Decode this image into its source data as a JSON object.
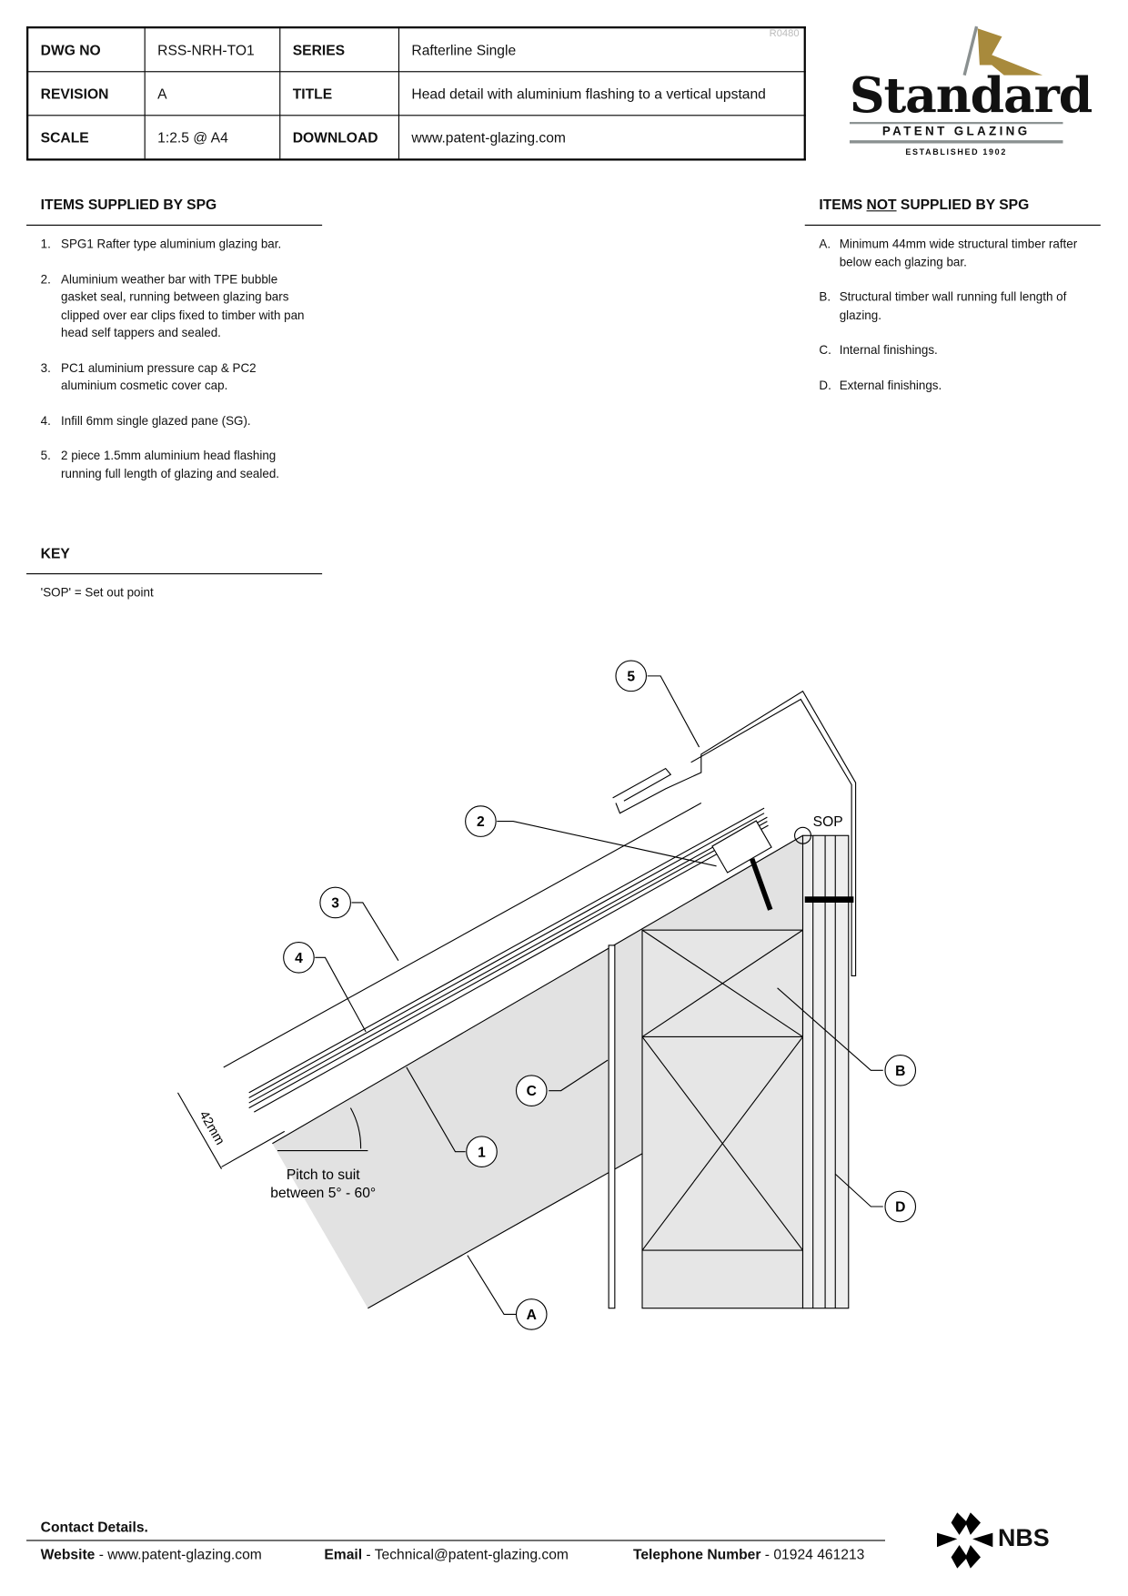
{
  "title_block": {
    "dwg_no_label": "DWG NO",
    "dwg_no": "RSS-NRH-TO1",
    "series_label": "SERIES",
    "series": "Rafterline Single",
    "revision_label": "REVISION",
    "revision": "A",
    "title_label": "TITLE",
    "title": "Head detail with aluminium flashing to a vertical upstand",
    "scale_label": "SCALE",
    "scale": "1:2.5 @ A4",
    "download_label": "DOWNLOAD",
    "download": "www.patent-glazing.com",
    "ref": "R0480"
  },
  "logo": {
    "name": "Standard",
    "sub": "PATENT GLAZING",
    "est": "ESTABLISHED 1902",
    "accent": "#a88a3c"
  },
  "supplied": {
    "heading": "ITEMS SUPPLIED BY SPG",
    "items": [
      {
        "n": "1.",
        "text": "SPG1 Rafter type aluminium glazing bar."
      },
      {
        "n": "2.",
        "text": "Aluminium weather bar with TPE bubble gasket seal, running between glazing bars clipped over ear clips fixed to timber with pan head self tappers and sealed."
      },
      {
        "n": "3.",
        "text": "PC1 aluminium pressure cap & PC2 aluminium cosmetic cover cap."
      },
      {
        "n": "4.",
        "text": "Infill 6mm single glazed pane (SG)."
      },
      {
        "n": "5.",
        "text": "2 piece 1.5mm aluminium head flashing running full length of glazing and sealed."
      }
    ]
  },
  "not_supplied": {
    "heading_pre": "ITEMS ",
    "heading_not": "NOT",
    "heading_post": " SUPPLIED BY SPG",
    "items": [
      {
        "n": "A.",
        "text": "Minimum 44mm wide structural timber rafter below each glazing bar."
      },
      {
        "n": "B.",
        "text": "Structural timber wall running full length of glazing."
      },
      {
        "n": "C.",
        "text": "Internal finishings."
      },
      {
        "n": "D.",
        "text": "External finishings."
      }
    ]
  },
  "key": {
    "heading": "KEY",
    "text": "'SOP' = Set out point"
  },
  "drawing": {
    "sop": "SOP",
    "dim": "42mm",
    "pitch1": "Pitch to suit",
    "pitch2": "between 5° - 60°",
    "callouts": [
      "1",
      "2",
      "3",
      "4",
      "5",
      "A",
      "B",
      "C",
      "D"
    ]
  },
  "footer": {
    "contact": "Contact Details.",
    "website_label": "Website",
    "website": "www.patent-glazing.com",
    "email_label": "Email",
    "email": "Technical@patent-glazing.com",
    "phone_label": "Telephone Number",
    "phone": "01924 461213",
    "nbs": "NBS"
  }
}
